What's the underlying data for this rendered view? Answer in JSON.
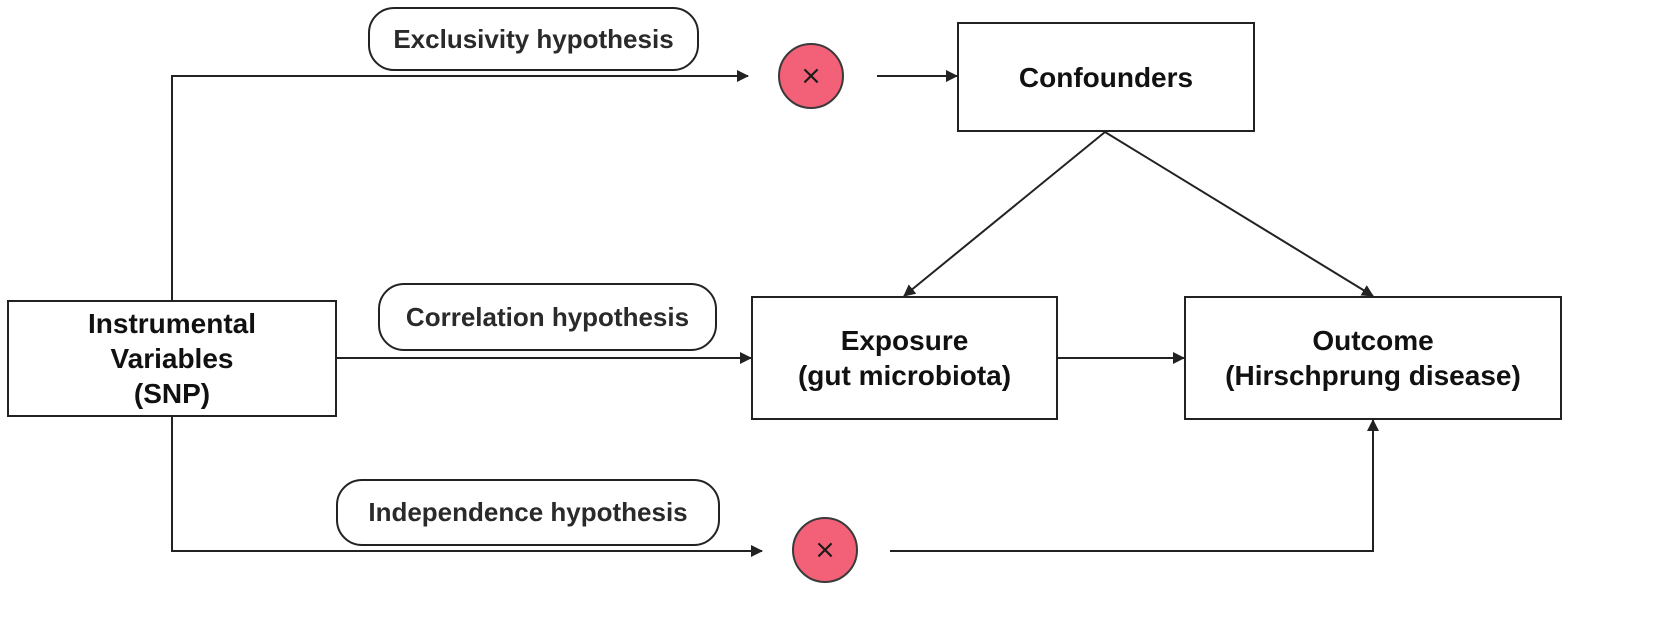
{
  "colors": {
    "line": "#222222",
    "x_circle_fill": "#f26178",
    "x_circle_border": "#3a3a3a",
    "box_border": "#222222"
  },
  "nodes": {
    "instrumental_variables": {
      "lines": [
        "Instrumental",
        "Variables",
        "(SNP)"
      ]
    },
    "confounders": {
      "lines": [
        "Confounders"
      ]
    },
    "exposure": {
      "lines": [
        "Exposure",
        "(gut microbiota)"
      ]
    },
    "outcome": {
      "lines": [
        "Outcome",
        "(Hirschprung disease)"
      ]
    }
  },
  "hypotheses": {
    "exclusivity": "Exclusivity hypothesis",
    "correlation": "Correlation hypothesis",
    "independence": "Independence hypothesis"
  },
  "blocked_marker": {
    "symbol": "×",
    "icon": "x-mark-icon"
  }
}
